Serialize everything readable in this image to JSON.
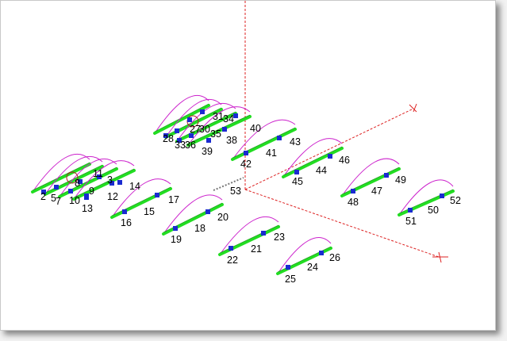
{
  "colors": {
    "background": "#ffffff",
    "beam": "#22dd22",
    "node": "#1a2bd0",
    "arc": "#cc22cc",
    "axis": "#dd2222",
    "origin_marker": "#aa2222",
    "label": "#000000"
  },
  "members": [
    {
      "labels": [
        "2",
        "5",
        "7",
        "8",
        "10",
        "11",
        "12",
        "13",
        "14"
      ]
    },
    {
      "labels": [
        "16",
        "15",
        "17"
      ]
    },
    {
      "labels": [
        "19",
        "18",
        "20"
      ]
    },
    {
      "labels": [
        "22",
        "21",
        "23"
      ]
    },
    {
      "labels": [
        "25",
        "24",
        "26"
      ]
    },
    {
      "labels": [
        "28",
        "33",
        "36",
        "27",
        "30",
        "35",
        "31",
        "34",
        "39",
        "38",
        "40"
      ]
    },
    {
      "labels": [
        "42",
        "41",
        "43"
      ]
    },
    {
      "labels": [
        "45",
        "44",
        "46"
      ]
    },
    {
      "labels": [
        "48",
        "47",
        "49"
      ]
    },
    {
      "labels": [
        "51",
        "50",
        "52"
      ]
    },
    {
      "labels": [
        "53"
      ]
    }
  ],
  "extra_labels": [
    "9",
    "3"
  ]
}
